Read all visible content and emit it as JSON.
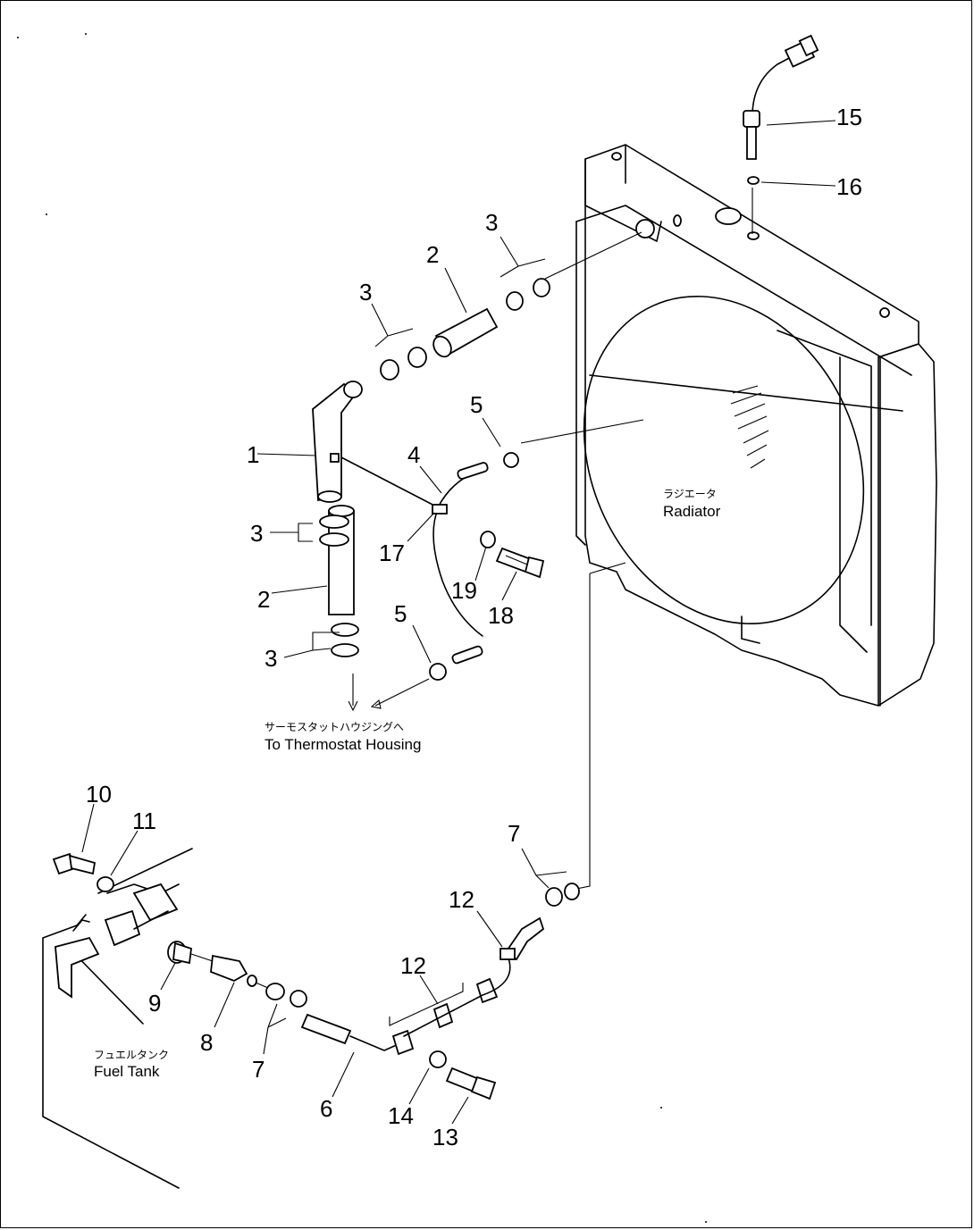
{
  "labels": {
    "radiator_jp": "ラジエータ",
    "radiator_en": "Radiator",
    "thermostat_jp": "サーモスタットハウジングへ",
    "thermostat_en": "To Thermostat Housing",
    "fueltank_jp": "フュエルタンク",
    "fueltank_en": "Fuel Tank"
  },
  "callouts": {
    "c1": "1",
    "c2a": "2",
    "c2b": "2",
    "c3a": "3",
    "c3b": "3",
    "c3c": "3",
    "c3d": "3",
    "c4": "4",
    "c5a": "5",
    "c5b": "5",
    "c6": "6",
    "c7a": "7",
    "c7b": "7",
    "c8": "8",
    "c9": "9",
    "c10": "10",
    "c11": "11",
    "c12a": "12",
    "c12b": "12",
    "c13": "13",
    "c14": "14",
    "c15": "15",
    "c16": "16",
    "c17": "17",
    "c18": "18",
    "c19": "19"
  }
}
